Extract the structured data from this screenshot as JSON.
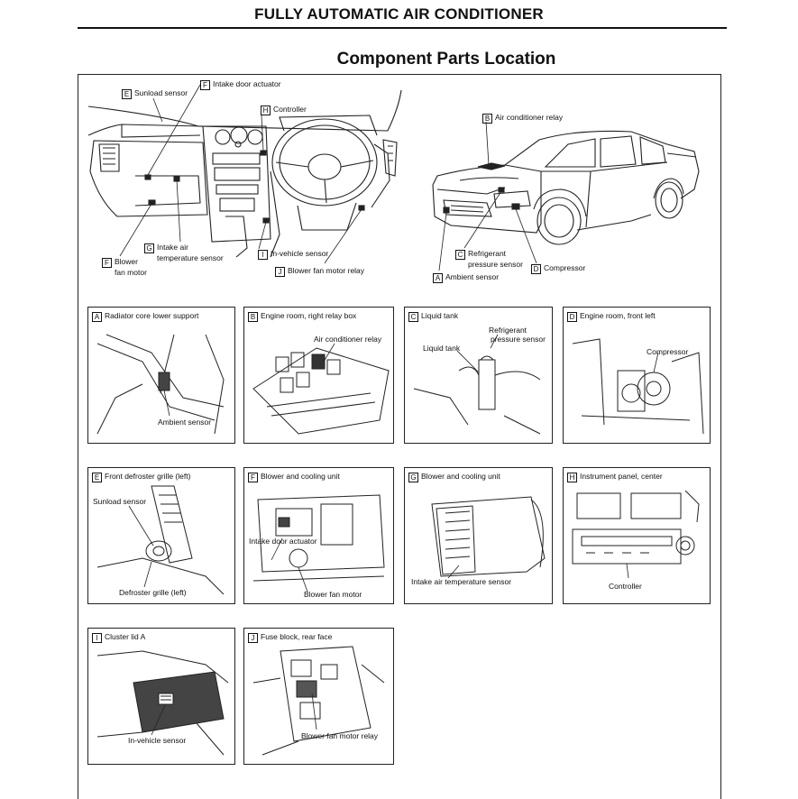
{
  "header": {
    "title": "FULLY AUTOMATIC AIR CONDITIONER",
    "subtitle": "Component Parts Location"
  },
  "overview": {
    "sunload": {
      "key": "E",
      "label": "Sunload sensor"
    },
    "intake_door": {
      "key": "F",
      "label": "Intake door actuator"
    },
    "controller": {
      "key": "H",
      "label": "Controller"
    },
    "intake_air_1": "Intake air",
    "intake_air_2": "temperature sensor",
    "intake_air_key": "G",
    "blower_1": "Blower",
    "blower_2": "fan motor",
    "blower_key": "F",
    "in_vehicle": {
      "key": "I",
      "label": "In-vehicle sensor"
    },
    "relay": {
      "key": "J",
      "label": "Blower fan motor relay"
    },
    "ac_relay": {
      "key": "B",
      "label": "Air conditioner relay"
    },
    "refrig_1": "Refrigerant",
    "refrig_2": "pressure sensor",
    "refrig_key": "C",
    "compressor": {
      "key": "D",
      "label": "Compressor"
    },
    "ambient": {
      "key": "A",
      "label": "Ambient sensor"
    }
  },
  "panels": [
    {
      "key": "A",
      "title": "Radiator core lower support",
      "labels": [
        "Ambient sensor"
      ]
    },
    {
      "key": "B",
      "title": "Engine room, right relay box",
      "labels": [
        "Air conditioner relay"
      ]
    },
    {
      "key": "C",
      "title": "Liquid tank",
      "labels": [
        "Refrigerant",
        "pressure sensor",
        "Liquid tank"
      ]
    },
    {
      "key": "D",
      "title": "Engine room, front left",
      "labels": [
        "Compressor"
      ]
    },
    {
      "key": "E",
      "title": "Front defroster grille (left)",
      "labels": [
        "Sunload sensor",
        "Defroster grille (left)"
      ]
    },
    {
      "key": "F",
      "title": "Blower and cooling unit",
      "labels": [
        "Intake door actuator",
        "Blower fan motor"
      ]
    },
    {
      "key": "G",
      "title": "Blower and cooling unit",
      "labels": [
        "Intake air temperature sensor"
      ]
    },
    {
      "key": "H",
      "title": "Instrument panel, center",
      "labels": [
        "Controller"
      ]
    },
    {
      "key": "I",
      "title": "Cluster lid A",
      "labels": [
        "In-vehicle sensor"
      ]
    },
    {
      "key": "J",
      "title": "Fuse block, rear face",
      "labels": [
        "Blower fan motor relay"
      ]
    }
  ]
}
